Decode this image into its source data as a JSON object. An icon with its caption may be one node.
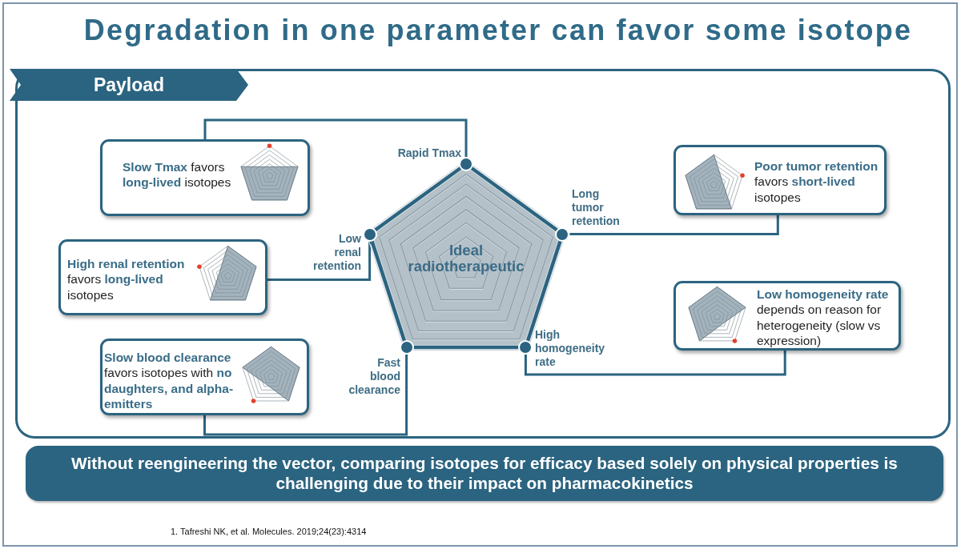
{
  "diagram": {
    "title": "Degradation in one parameter can favor some isotope",
    "nodes": [
      {
        "text": [
          "Payload"
        ]
      },
      {
        "text": [
          "**Slow Tmax** favors **long-lived** isotopes"
        ],
        "in": 0
      },
      {
        "text": [
          "Rapid Tmax"
        ],
        "in": 0
      },
      {
        "text": [
          "**Poor tumor retention** favors **short-lived** isotopes"
        ],
        "in": 0
      },
      {
        "text": [
          "Long tumor retention"
        ],
        "in": 0
      },
      {
        "text": [
          "**High renal retention** favors **long-lived** isotopes"
        ],
        "in": 0
      },
      {
        "text": [
          "Low renal retention"
        ],
        "in": 0
      },
      {
        "text": [
          "Ideal radiotherapeutic"
        ],
        "in": 0
      },
      {
        "text": [
          "**Low homogeneity rate** depends on reason for heterogeneity (slow vs expression)"
        ],
        "in": 0
      },
      {
        "text": [
          "**Slow blood clearance** favors isotopes with **no daughters, and alpha-emitters**"
        ],
        "in": 0
      },
      {
        "text": [
          "Fast blood clearance"
        ],
        "in": 0
      },
      {
        "text": [
          "High homogeneity rate"
        ],
        "in": 0
      },
      {
        "text": [
          "Without reengineering the vector, comparing isotopes for efficacy based solely on physical properties is challenging due to their impact on pharmacokinetics"
        ]
      }
    ],
    "edges": [
      {
        "from": 1,
        "to": 2,
        "arrow": "none"
      },
      {
        "from": 3,
        "to": 4,
        "arrow": "none"
      },
      {
        "from": 5,
        "to": 6,
        "arrow": "none"
      },
      {
        "from": 8,
        "to": 11,
        "arrow": "none"
      },
      {
        "from": 9,
        "to": 10,
        "arrow": "none"
      }
    ],
    "labels": [
      "1. Tafreshi NK, et al. Molecules. 2019;24(23):4314"
    ]
  }
}
